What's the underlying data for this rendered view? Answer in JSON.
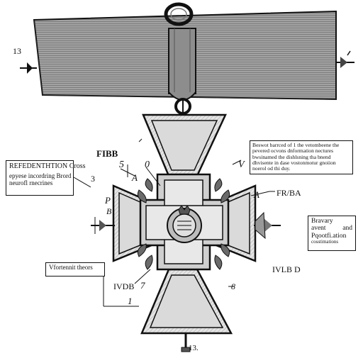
{
  "labels": {
    "ribbon_left": "13",
    "top_center": "FIBB",
    "arm_top": "V",
    "left_5": "5",
    "left_0": "0",
    "left_3": "3",
    "left_p": "P",
    "left_a": "A",
    "right_a": "A",
    "right_fr": "FR/BA",
    "left_b": "B",
    "bottom_left_code": "IVDB",
    "bottom_left_7": "7",
    "bottom_left_1": "1",
    "bottom_center_8": "8",
    "right_code": "IVLB D",
    "bottom": "13."
  },
  "boxes": {
    "left": {
      "title": "REFEDENTHTION Cross",
      "line1": "epyese incordring Brord",
      "line2": "neurofl rnecrines"
    },
    "top_right": {
      "line1": "Beswot barrced of 1 the vetombeene the",
      "line2": "pevered ocvons dnformation nectures",
      "line3": "bwsinamed the dishlsning tha bnend",
      "line4": "dhvisente in dase vostonmotur gnoiion",
      "line5": "noerol od thi duy."
    },
    "bottom_left": {
      "line1": "Vfortennit theors"
    },
    "right": {
      "line1": "Bravary",
      "line2": "avent",
      "line2b": "and",
      "line3": "Pqootfi.ation",
      "line4": "cosstimations"
    }
  },
  "colors": {
    "ink": "#111111",
    "ribbon": "#9a9a9a",
    "metal": "#d9d9d9",
    "metal_dark": "#a8a8a8",
    "paper": "#ffffff"
  }
}
